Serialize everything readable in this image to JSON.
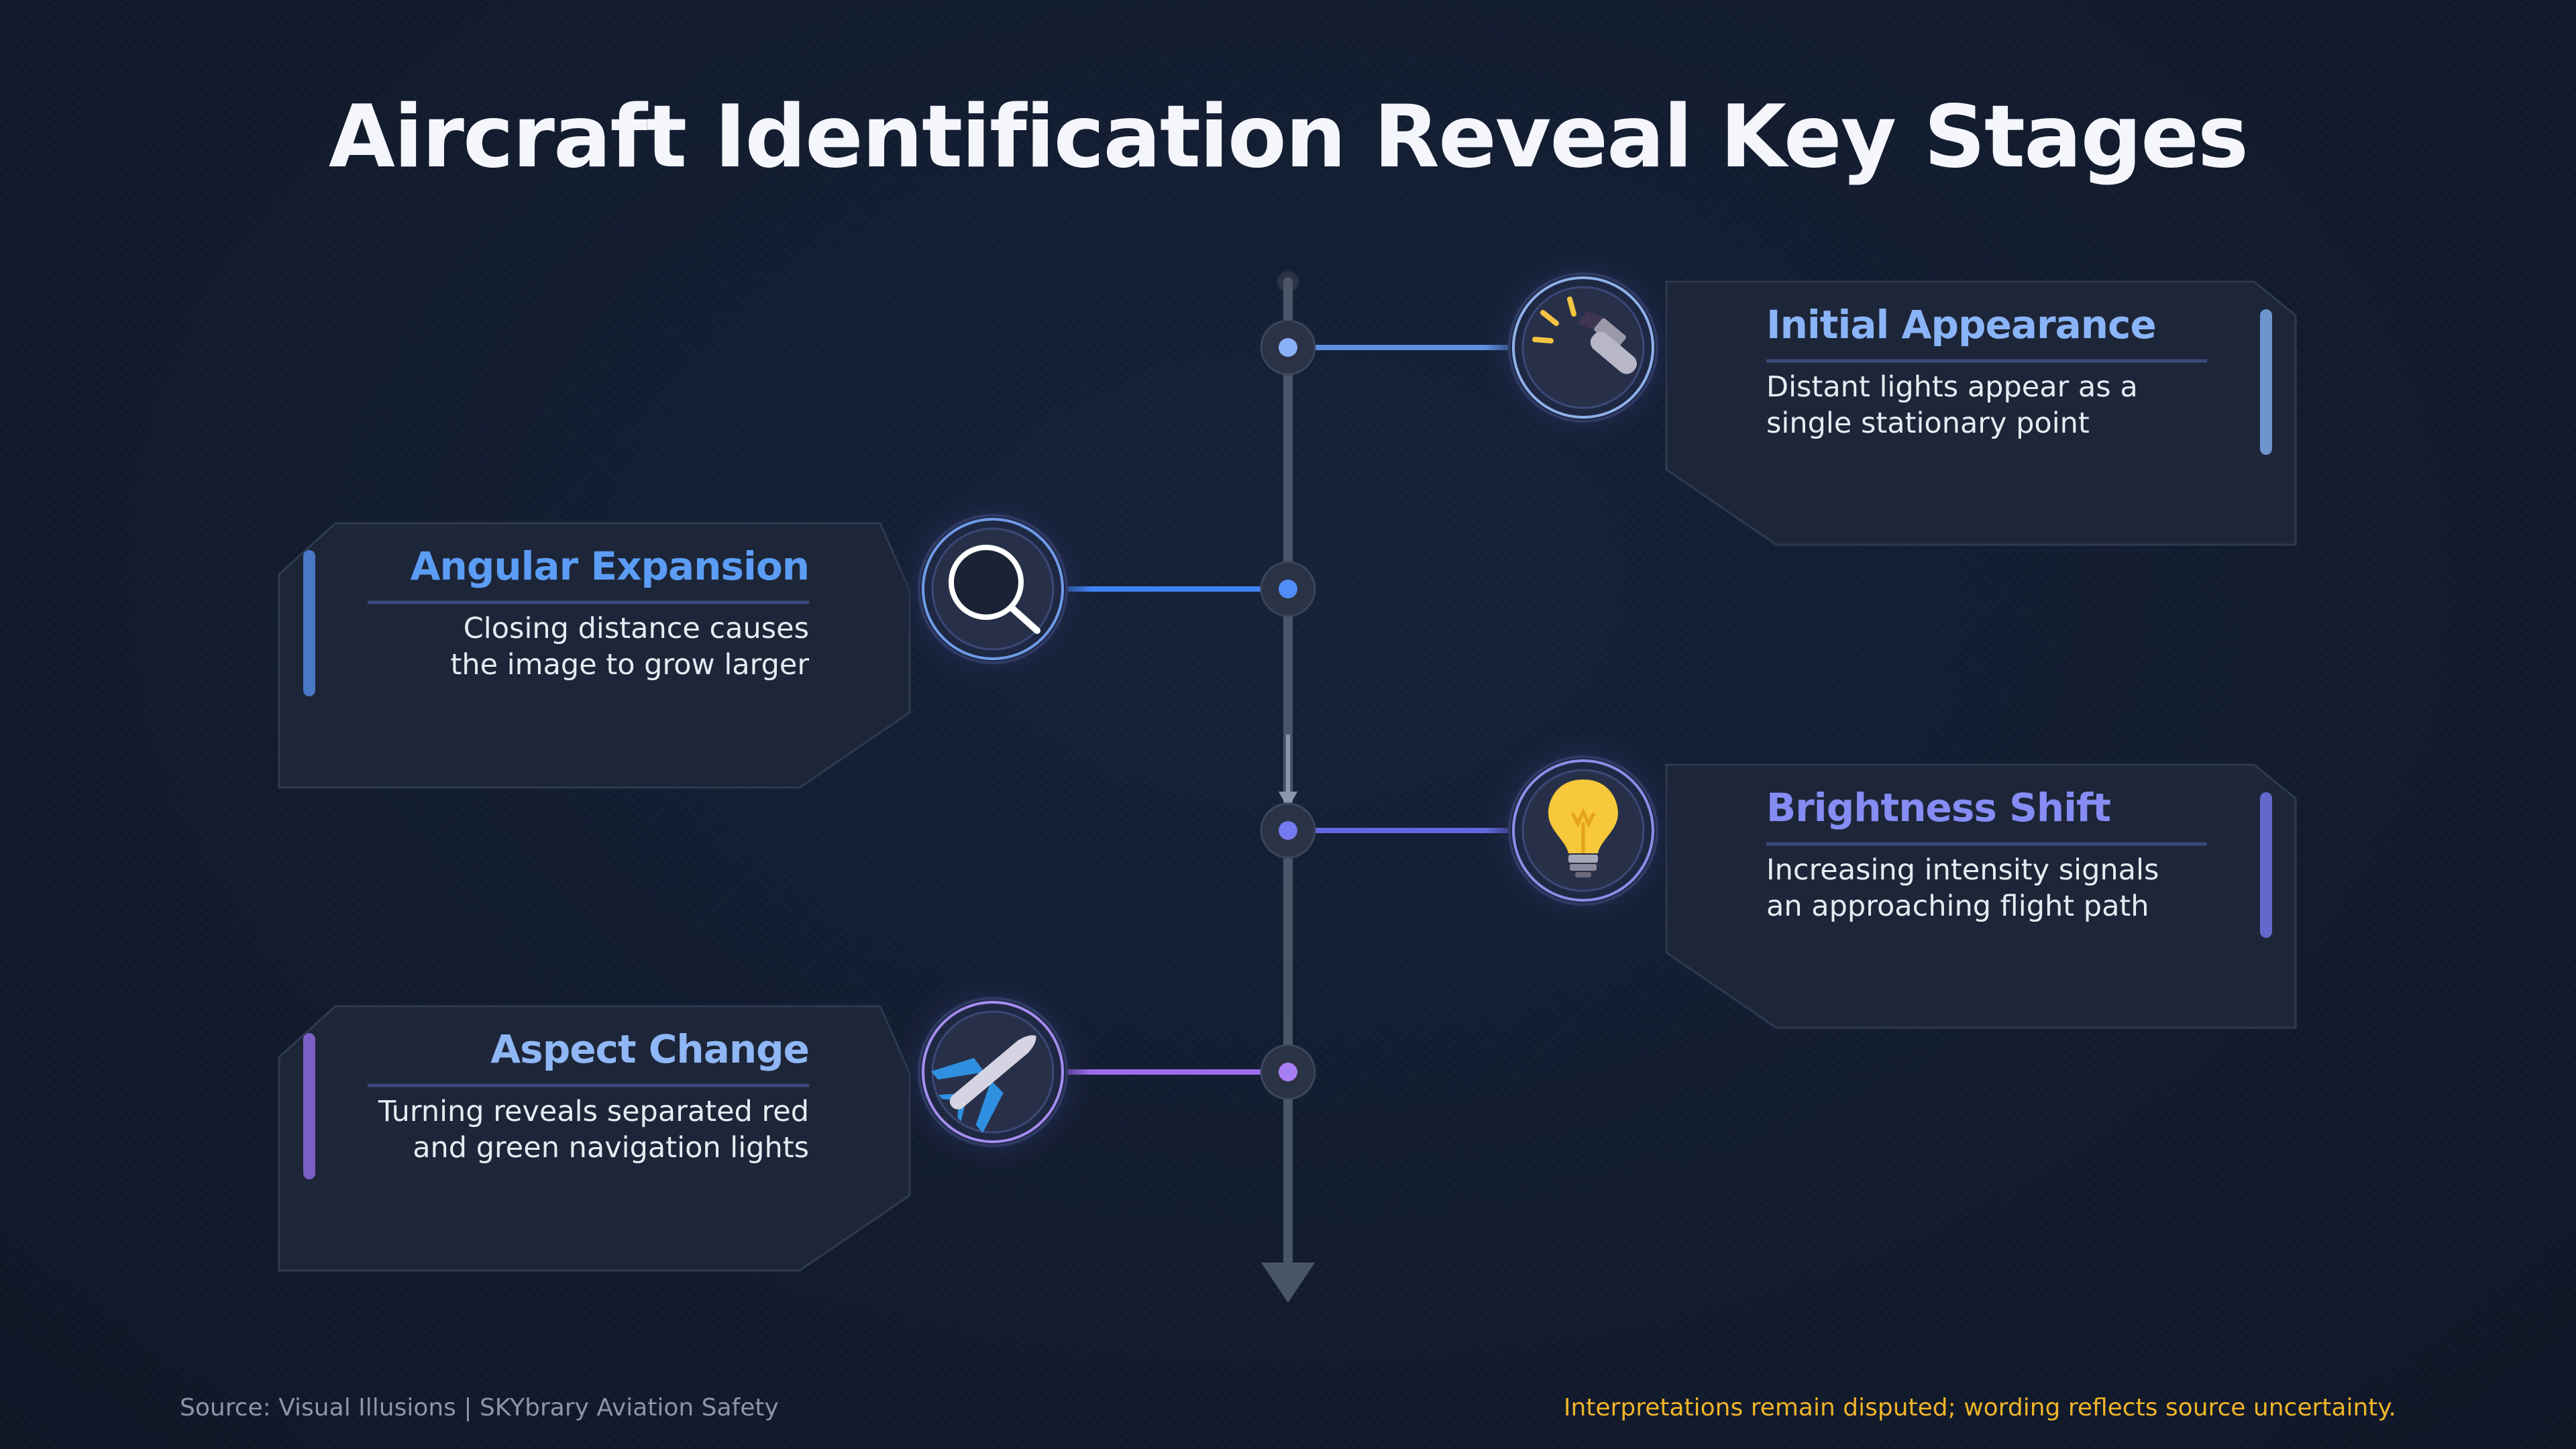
{
  "title": "Aircraft Identification Reveal Key Stages",
  "stages": [
    {
      "title": "Initial Appearance",
      "description_line1": "Distant lights appear as a",
      "description_line2": "single stationary point",
      "side": "right",
      "icon": "flashlight-icon",
      "accent": "#7eaaf2"
    },
    {
      "title": "Angular Expansion",
      "description_line1": "Closing distance causes",
      "description_line2": "the image to grow larger",
      "side": "left",
      "icon": "magnifying-glass-icon",
      "accent": "#5b92ee"
    },
    {
      "title": "Brightness Shift",
      "description_line1": "Increasing intensity signals",
      "description_line2": "an approaching flight path",
      "side": "right",
      "icon": "light-bulb-icon",
      "accent": "#7b83ee"
    },
    {
      "title": "Aspect Change",
      "description_line1": "Turning reveals separated red",
      "description_line2": "and green navigation lights",
      "side": "left",
      "icon": "airplane-icon",
      "accent": "#9b7df0"
    }
  ],
  "footer": {
    "source": "Source: Visual Illusions | SKYbrary Aviation Safety",
    "note": "Interpretations remain disputed; wording reflects source uncertainty."
  },
  "colors": {
    "background": "#131c2e",
    "card": "#1d2638",
    "timeline": "#4a5568",
    "note": "#f0b429"
  }
}
